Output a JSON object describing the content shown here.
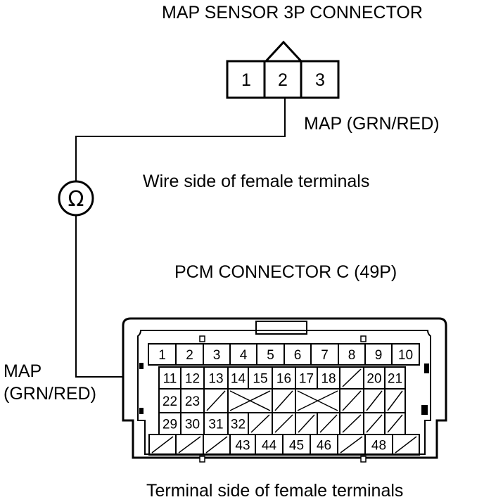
{
  "labels": {
    "map_sensor_title": "MAP SENSOR 3P CONNECTOR",
    "map_wire_top": "MAP (GRN/RED)",
    "wire_side": "Wire side of female terminals",
    "pcm_title": "PCM CONNECTOR C (49P)",
    "map_left_line1": "MAP",
    "map_left_line2": "(GRN/RED)",
    "terminal_side": "Terminal side of female terminals"
  },
  "ohmmeter_symbol": "Ω",
  "map_sensor_pins": [
    "1",
    "2",
    "3"
  ],
  "pcm_pins": {
    "row1": [
      "1",
      "2",
      "3",
      "4",
      "5",
      "6",
      "7",
      "8",
      "9",
      "10"
    ],
    "row2": [
      "11",
      "12",
      "13",
      "14",
      "15",
      "16",
      "17",
      "18",
      "20",
      "21"
    ],
    "row3": [
      "22",
      "23"
    ],
    "row4": [
      "29",
      "30",
      "31",
      "32"
    ],
    "row5": [
      "43",
      "44",
      "45",
      "46",
      "48"
    ]
  }
}
